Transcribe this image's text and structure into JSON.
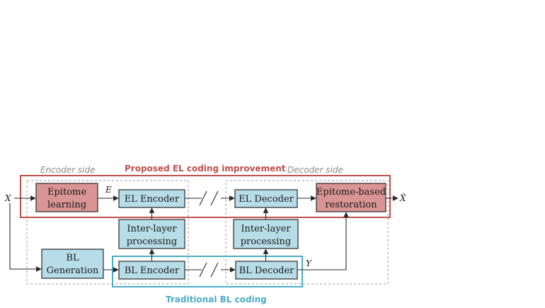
{
  "labels": {
    "encoder_side": "Encoder side",
    "decoder_side": "Decoder side",
    "proposed": "Proposed EL coding improvement",
    "traditional": "Traditional BL coding"
  },
  "nodes": {
    "epitome_learning": {
      "line1": "Epitome",
      "line2": "learning"
    },
    "el_encoder": {
      "label": "EL Encoder"
    },
    "inter_layer_enc": {
      "line1": "Inter-layer",
      "line2": "processing"
    },
    "bl_generation": {
      "line1": "BL",
      "line2": "Generation"
    },
    "bl_encoder": {
      "label": "BL Encoder"
    },
    "el_decoder": {
      "label": "EL Decoder"
    },
    "inter_layer_dec": {
      "line1": "Inter-layer",
      "line2": "processing"
    },
    "bl_decoder": {
      "label": "BL Decoder"
    },
    "epitome_restoration": {
      "line1": "Epitome-based",
      "line2": "restoration"
    }
  },
  "variables": {
    "input": "X",
    "epitome": "E",
    "bl_output": "Y",
    "output": "X̂"
  },
  "colors": {
    "box_blue": "#b7dde8",
    "box_red": "#d99594",
    "proposed_red": "#c0504d",
    "traditional_blue": "#4bacc6",
    "dashed_gray": "#9a9a9a",
    "stroke": "#2a2a2a"
  }
}
